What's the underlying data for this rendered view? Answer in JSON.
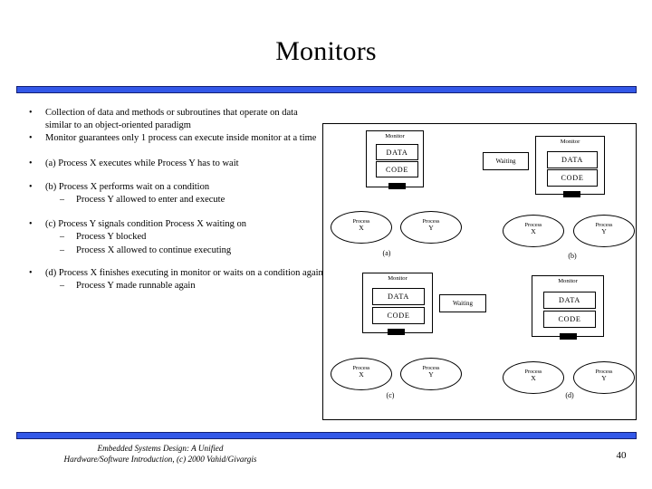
{
  "slide": {
    "title": "Monitors",
    "accent_color": "#3358e8",
    "accent_border_color": "#131f73",
    "page_number": "40"
  },
  "bullets": {
    "marker_level1": "•",
    "marker_level2": "–",
    "items": [
      {
        "level": 1,
        "text": "Collection of data and methods or subroutines that operate on data similar to an object-oriented paradigm"
      },
      {
        "level": 1,
        "text": "Monitor guarantees only 1 process can execute inside monitor at a time"
      },
      {
        "level": 1,
        "text": "(a) Process X executes while Process Y has to wait"
      },
      {
        "level": 1,
        "text": "(b) Process X performs wait on a condition"
      },
      {
        "level": 2,
        "text": "Process Y allowed to enter and execute"
      },
      {
        "level": 1,
        "text": "(c) Process Y signals condition Process X waiting on"
      },
      {
        "level": 2,
        "text": "Process Y blocked"
      },
      {
        "level": 2,
        "text": "Process X allowed to continue executing"
      },
      {
        "level": 1,
        "text": "(d) Process X finishes executing in monitor or waits on a condition again"
      },
      {
        "level": 2,
        "text": "Process Y made runnable again"
      }
    ]
  },
  "diagram": {
    "labels": {
      "monitor": "Monitor",
      "data": "DATA",
      "code": "CODE",
      "waiting": "Waiting",
      "process": "Process",
      "process_x": "X",
      "process_y": "Y"
    },
    "panels": [
      {
        "id": "a",
        "label": "(a)",
        "waiting_side": "none"
      },
      {
        "id": "b",
        "label": "(b)",
        "waiting_side": "left"
      },
      {
        "id": "c",
        "label": "(c)",
        "waiting_side": "right"
      },
      {
        "id": "d",
        "label": "(d)",
        "waiting_side": "none"
      }
    ]
  },
  "footer": {
    "line1": "Embedded Systems Design: A Unified",
    "line2": "Hardware/Software Introduction, (c) 2000 Vahid/Givargis"
  }
}
